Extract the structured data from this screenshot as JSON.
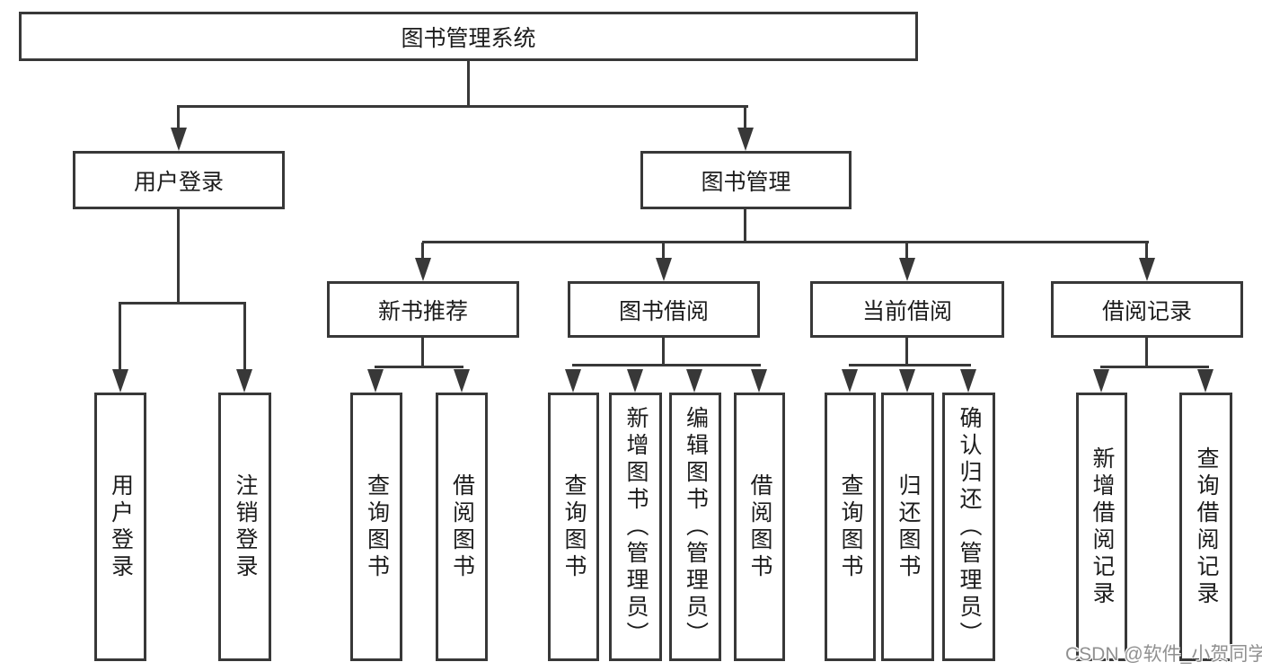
{
  "hierarchy": {
    "label": "图书管理系统",
    "children": [
      {
        "label": "用户登录",
        "children": [
          {
            "label": "用户登录"
          },
          {
            "label": "注销登录"
          }
        ]
      },
      {
        "label": "图书管理",
        "children": [
          {
            "label": "新书推荐",
            "children": [
              {
                "label": "查询图书"
              },
              {
                "label": "借阅图书"
              }
            ]
          },
          {
            "label": "图书借阅",
            "children": [
              {
                "label": "查询图书"
              },
              {
                "label": "新增图书（管理员）"
              },
              {
                "label": "编辑图书（管理员）"
              },
              {
                "label": "借阅图书"
              }
            ]
          },
          {
            "label": "当前借阅",
            "children": [
              {
                "label": "查询图书"
              },
              {
                "label": "归还图书"
              },
              {
                "label": "确认归还（管理员）"
              }
            ]
          },
          {
            "label": "借阅记录",
            "children": [
              {
                "label": "新增借阅记录"
              },
              {
                "label": "查询借阅记录"
              }
            ]
          }
        ]
      }
    ]
  },
  "watermark": {
    "text": "CSDN @软件_小贺同学"
  },
  "colors": {
    "line": "#383838",
    "text": "#1c1c1c",
    "background": "#ffffff",
    "watermark_text": "#909090"
  }
}
